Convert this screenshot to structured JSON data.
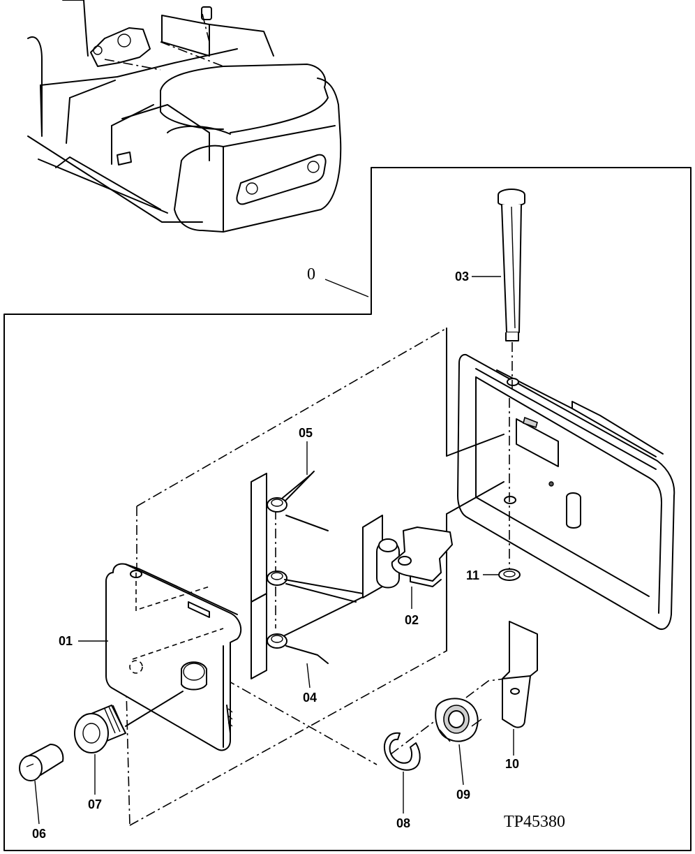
{
  "callouts": {
    "assembly": "0",
    "p01": "01",
    "p02": "02",
    "p03": "03",
    "p04": "04",
    "p05": "05",
    "p06": "06",
    "p07": "07",
    "p08": "08",
    "p09": "09",
    "p10": "10",
    "p11": "11"
  },
  "figure_ref": "TP45380"
}
